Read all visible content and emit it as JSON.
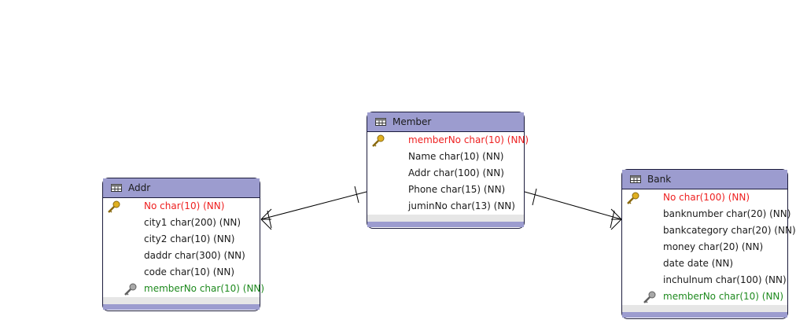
{
  "diagram": {
    "entities": [
      {
        "name": "Addr",
        "icon": "table-icon",
        "attributes": [
          {
            "text": "No char(10) (NN)",
            "kind": "pk"
          },
          {
            "text": "city1 char(200) (NN)",
            "kind": "normal"
          },
          {
            "text": "city2 char(10) (NN)",
            "kind": "normal"
          },
          {
            "text": "daddr char(300) (NN)",
            "kind": "normal"
          },
          {
            "text": "code char(10) (NN)",
            "kind": "normal"
          },
          {
            "text": "memberNo char(10) (NN)",
            "kind": "fk"
          }
        ]
      },
      {
        "name": "Member",
        "icon": "table-icon",
        "attributes": [
          {
            "text": "memberNo char(10) (NN)",
            "kind": "pk"
          },
          {
            "text": "Name char(10) (NN)",
            "kind": "normal"
          },
          {
            "text": "Addr char(100) (NN)",
            "kind": "normal"
          },
          {
            "text": "Phone char(15) (NN)",
            "kind": "normal"
          },
          {
            "text": "juminNo char(13) (NN)",
            "kind": "normal"
          }
        ]
      },
      {
        "name": "Bank",
        "icon": "table-icon",
        "attributes": [
          {
            "text": "No char(100) (NN)",
            "kind": "pk"
          },
          {
            "text": "banknumber char(20) (NN)",
            "kind": "normal"
          },
          {
            "text": "bankcategory char(20) (NN)",
            "kind": "normal"
          },
          {
            "text": "money char(20) (NN)",
            "kind": "normal"
          },
          {
            "text": "date date (NN)",
            "kind": "normal"
          },
          {
            "text": "inchulnum char(100) (NN)",
            "kind": "normal"
          },
          {
            "text": "memberNo char(10) (NN)",
            "kind": "fk"
          }
        ]
      }
    ],
    "relationships": [
      {
        "from": "Member",
        "to": "Addr",
        "from_cardinality": "one",
        "to_cardinality": "many"
      },
      {
        "from": "Member",
        "to": "Bank",
        "from_cardinality": "one",
        "to_cardinality": "many"
      }
    ],
    "colors": {
      "header": "#9c9ccf",
      "border": "#1c1c3c",
      "primary_key_text": "#ee2020",
      "foreign_key_text": "#1e8a1e",
      "normal_text": "#1a1a1a",
      "primary_key_icon": "#e0b020",
      "foreign_key_icon": "#909090"
    }
  }
}
